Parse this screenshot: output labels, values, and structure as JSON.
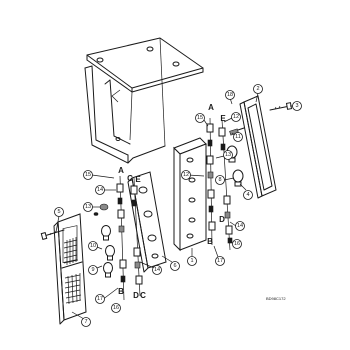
{
  "callouts": [
    "1",
    "2",
    "3",
    "4",
    "5",
    "6",
    "7",
    "8",
    "9",
    "10",
    "11",
    "12",
    "13",
    "14",
    "15",
    "16",
    "17",
    "18"
  ],
  "letters": [
    "A",
    "B",
    "C",
    "D",
    "E"
  ],
  "figure_code": "BD98C172"
}
